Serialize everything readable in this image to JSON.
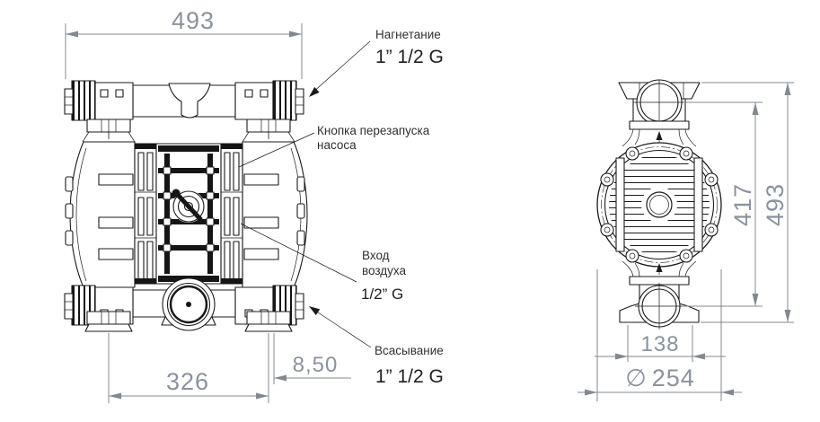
{
  "front_view": {
    "dim_total_width": "493",
    "dim_port_spacing": "326",
    "dim_offset": "8,50"
  },
  "side_view": {
    "dim_port_centers_height": "417",
    "dim_total_height": "493",
    "dim_foot_width": "138",
    "diameter_symbol": "∅",
    "dim_body_diameter": "254"
  },
  "annotations": {
    "discharge": {
      "label": "Нагнетание",
      "thread": "1” 1/2 G"
    },
    "restart_button": {
      "line1": "Кнопка перезапуска",
      "line2": "насоса"
    },
    "air_inlet": {
      "line1": "Вход",
      "line2": "воздуха",
      "thread": "1/2” G"
    },
    "suction": {
      "label": "Всасывание",
      "thread": "1” 1/2 G"
    }
  },
  "colors": {
    "dimension_text": "#8b919e",
    "dimension_line": "#83888f",
    "drawing_ink": "#1b1b1b",
    "label_text": "#2d3033",
    "background": "#ffffff"
  }
}
